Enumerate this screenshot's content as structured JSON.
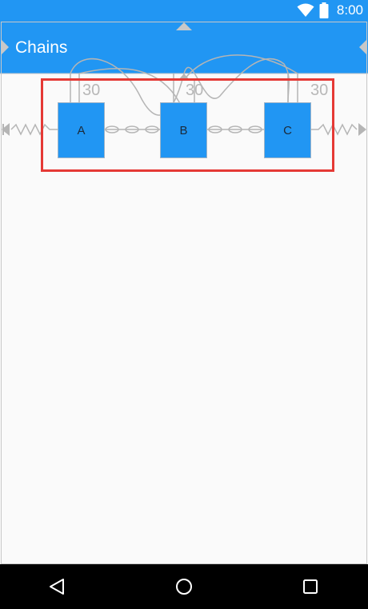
{
  "status_bar": {
    "time": "8:00",
    "icons": [
      "wifi-icon",
      "battery-icon"
    ]
  },
  "app_bar": {
    "title": "Chains",
    "color": "#2196f3"
  },
  "layout_editor": {
    "views": [
      {
        "id": "A",
        "label": "A"
      },
      {
        "id": "B",
        "label": "B"
      },
      {
        "id": "C",
        "label": "C"
      }
    ],
    "margins": [
      "30",
      "30",
      "30"
    ],
    "selection_color": "#e53935",
    "view_color": "#2196f3"
  },
  "nav_bar": {
    "buttons": [
      "back-icon",
      "home-icon",
      "recents-icon"
    ]
  }
}
